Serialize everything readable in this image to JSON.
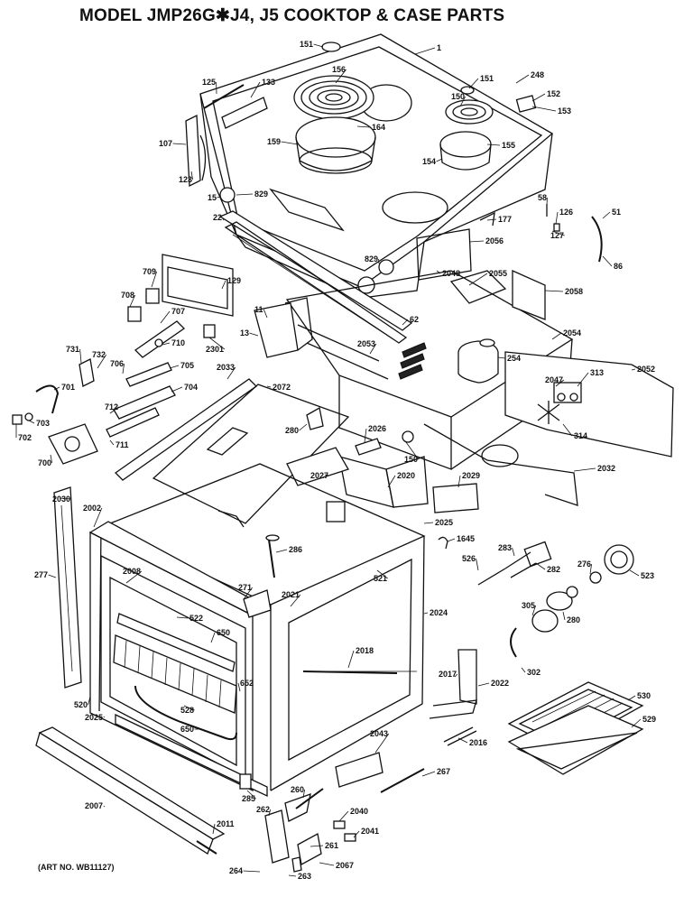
{
  "title": "MODEL JMP26G✱J4, J5 COOKTOP & CASE PARTS",
  "art_number": "(ART NO. WB11127)",
  "callouts": [
    "1",
    "151",
    "156",
    "151",
    "248",
    "152",
    "153",
    "125",
    "133",
    "150",
    "107",
    "164",
    "159",
    "155",
    "154",
    "123",
    "829",
    "15",
    "58",
    "126",
    "177",
    "127",
    "22",
    "51",
    "2056",
    "86",
    "829",
    "709",
    "129",
    "2048",
    "2055",
    "2058",
    "708",
    "707",
    "11",
    "13",
    "62",
    "710",
    "2053",
    "2054",
    "2301",
    "731",
    "732",
    "254",
    "706",
    "705",
    "2052",
    "2033",
    "2072",
    "2047",
    "313",
    "701",
    "704",
    "712",
    "703",
    "702",
    "711",
    "280",
    "2026",
    "2032",
    "314",
    "700",
    "2027",
    "2020",
    "2029",
    "150",
    "2030",
    "2002",
    "2025",
    "1645",
    "286",
    "283",
    "526",
    "282",
    "521",
    "276",
    "523",
    "277",
    "2008",
    "271",
    "2021",
    "2024",
    "305",
    "522",
    "650",
    "280",
    "2018",
    "2017",
    "2022",
    "302",
    "520",
    "528",
    "652",
    "530",
    "2025",
    "650",
    "529",
    "2043",
    "2016",
    "2007",
    "267",
    "262",
    "260",
    "285",
    "2040",
    "2011",
    "2041",
    "261",
    "264",
    "2067",
    "263"
  ]
}
